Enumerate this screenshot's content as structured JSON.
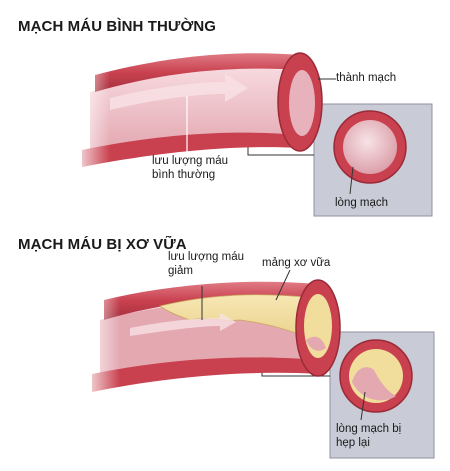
{
  "normal": {
    "title": "MẠCH MÁU BÌNH THƯỜNG",
    "labels": {
      "vessel_wall": "thành mạch",
      "blood_flow_line1": "lưu lượng máu",
      "blood_flow_line2": "bình thường",
      "lumen": "lòng mạch"
    }
  },
  "atherosclerotic": {
    "title": "MẠCH MÁU BỊ XƠ VỮA",
    "labels": {
      "reduced_flow_line1": "lưu lượng máu",
      "reduced_flow_line2": "giảm",
      "plaque": "mảng xơ vữa",
      "narrowed_lumen_line1": "lòng mạch bị",
      "narrowed_lumen_line2": "hẹp lại"
    }
  },
  "colors": {
    "vessel_red": "#c9414f",
    "vessel_dark": "#9a2a38",
    "lumen_pink": "#e9b7bf",
    "plaque_yellow": "#f1dd9c",
    "inset_bg": "#c9ccd6",
    "inset_border": "#8e92a0"
  }
}
